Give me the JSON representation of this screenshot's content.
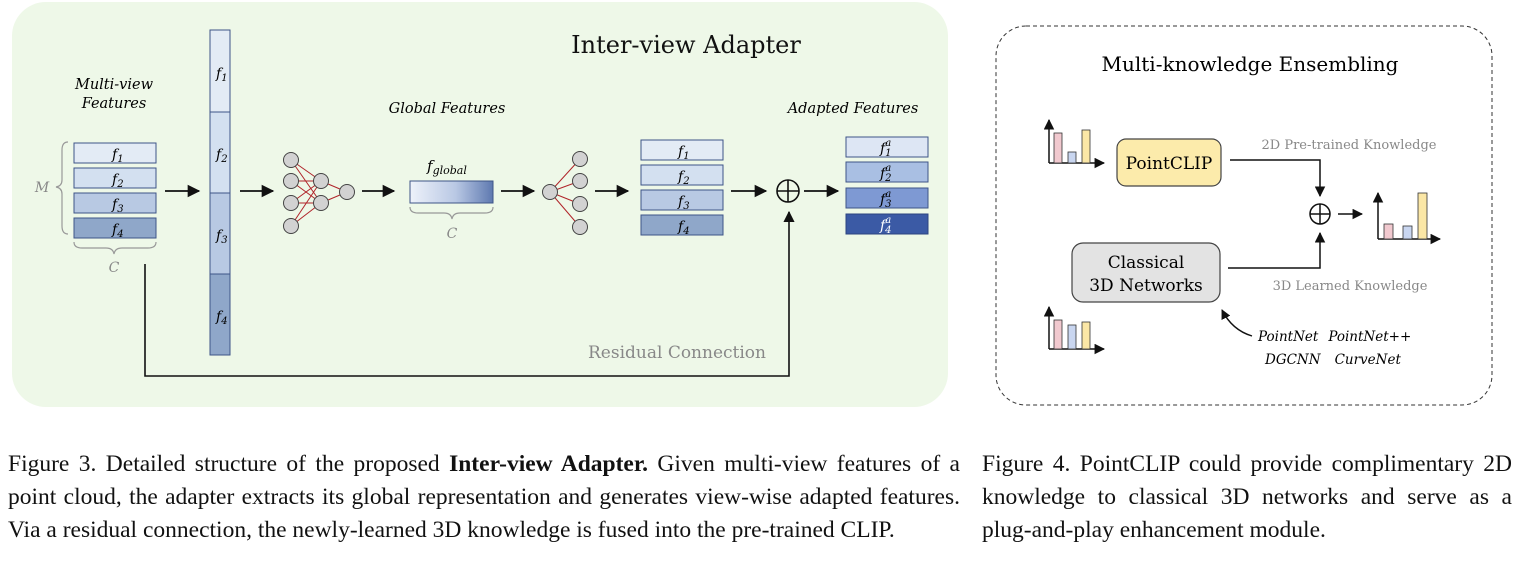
{
  "fig3": {
    "title": "Inter-view Adapter",
    "multiview_label_line1": "Multi-view",
    "multiview_label_line2": "Features",
    "m_label": "M",
    "c_label": "C",
    "global_label": "Global Features",
    "fglobal_label": "f",
    "fglobal_sub": "global",
    "adapted_label": "Adapted Features",
    "residual_label": "Residual Connection",
    "f_letter": "f",
    "subs": [
      "1",
      "2",
      "3",
      "4"
    ],
    "sup_a": "a",
    "colors": {
      "panel": "#eef8e8",
      "f1": "#e3ebf5",
      "f2": "#d3e0f0",
      "f3": "#b8c9e3",
      "f4": "#8fa7c9",
      "a1": "#dde6f4",
      "a2": "#a9bfe3",
      "a3": "#7e99d3",
      "a4": "#3b5aa5",
      "neuron_edge": "#b0242a"
    }
  },
  "fig4": {
    "title": "Multi-knowledge Ensembling",
    "pointclip": "PointCLIP",
    "classical_line1": "Classical",
    "classical_line2": "3D Networks",
    "label_2d": "2D Pre-trained Knowledge",
    "label_3d": "3D Learned Knowledge",
    "nets_line1a": "PointNet",
    "nets_line1b": "PointNet++",
    "nets_line2a": "DGCNN",
    "nets_line2b": "CurveNet",
    "colors": {
      "pointclip_fill": "#fcebab",
      "classical_fill": "#e3e3e3",
      "bar_pink": "#f1c9cf",
      "bar_blue": "#c9d6f0",
      "bar_yellow": "#fbe7a6"
    }
  },
  "captions": {
    "fig3_prefix": "Figure 3.  Detailed structure of the proposed ",
    "fig3_bold": "Inter-view Adapter.",
    "fig3_rest": " Given multi-view features of a point cloud, the adapter extracts its global representation and generates view-wise adapted features. Via a residual connection, the newly-learned 3D knowledge is fused into the pre-trained CLIP.",
    "fig4_text": "Figure 4. PointCLIP could provide complimentary 2D knowledge to classical 3D networks and serve as a plug-and-play enhancement module."
  }
}
